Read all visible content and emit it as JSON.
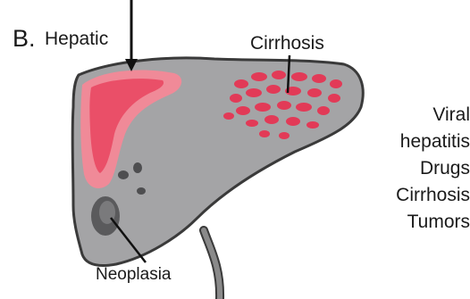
{
  "figure": {
    "panel_letter": "B.",
    "labels": {
      "hepatic": "Hepatic",
      "cirrhosis": "Cirrhosis",
      "neoplasia": "Neoplasia"
    },
    "causes": [
      "Viral",
      "hepatitis",
      "Drugs",
      "Cirrhosis",
      "Tumors"
    ]
  },
  "colors": {
    "liver_fill": "#a4a4a6",
    "liver_outline": "#3a3a3a",
    "hepatic_outer": "#f08a98",
    "hepatic_inner": "#ea4f68",
    "cirrhosis_nodule": "#e23a57",
    "arrow": "#111111",
    "vessel": "#8a8a8a"
  }
}
